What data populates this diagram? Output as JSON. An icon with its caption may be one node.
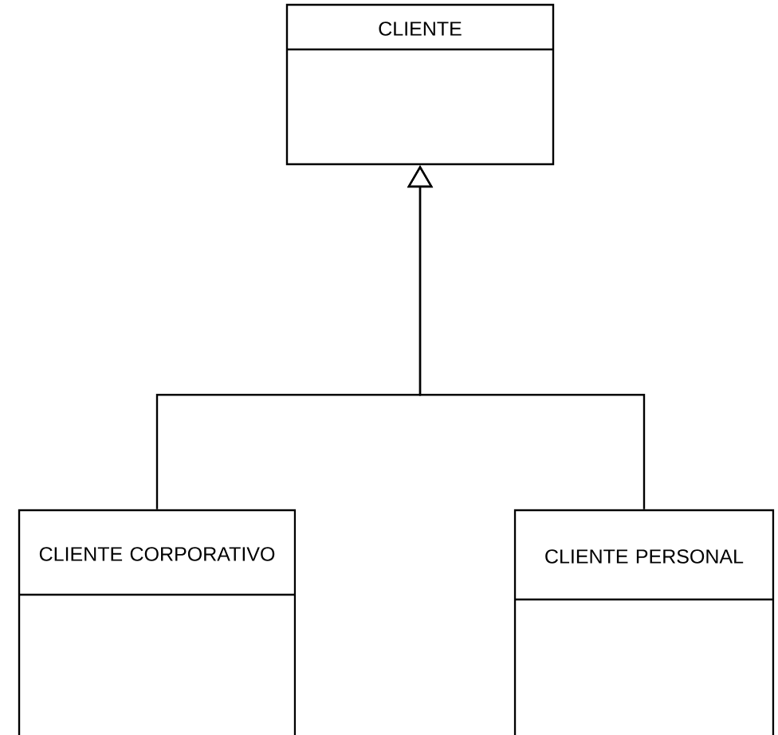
{
  "diagram": {
    "nodes": [
      {
        "text": [
          "CLIENTE"
        ]
      },
      {
        "text": [
          "CLIENTE CORPORATIVO"
        ]
      },
      {
        "text": [
          "CLIENTE PERSONAL"
        ]
      }
    ],
    "edges": [
      {
        "from": 1,
        "to": 0,
        "arrow": "to"
      },
      {
        "from": 2,
        "to": 0,
        "arrow": "to"
      }
    ]
  }
}
